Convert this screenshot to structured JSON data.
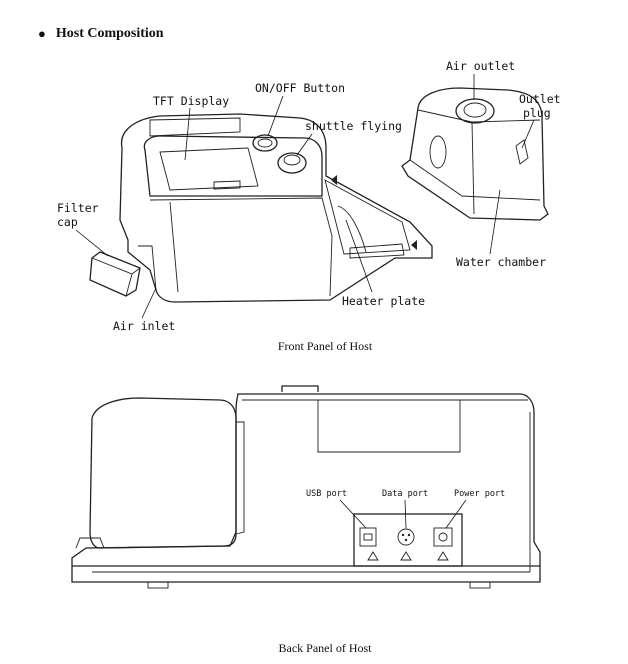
{
  "section": {
    "bullet": "●",
    "title": "Host Composition"
  },
  "front": {
    "caption": "Front Panel of Host",
    "labels": {
      "tft_display": "TFT Display",
      "on_off_button": "ON/OFF Button",
      "shuttle_flying": "shuttle flying",
      "filter_cap_line1": "Filter",
      "filter_cap_line2": "cap",
      "air_inlet": "Air inlet",
      "heater_plate": "Heater plate",
      "air_outlet": "Air outlet",
      "outlet_plug_line1": "Outlet",
      "outlet_plug_line2": "plug",
      "water_chamber": "Water chamber"
    }
  },
  "back": {
    "caption": "Back Panel of Host",
    "labels": {
      "usb_port": "USB port",
      "data_port": "Data port",
      "power_port": "Power port"
    }
  }
}
